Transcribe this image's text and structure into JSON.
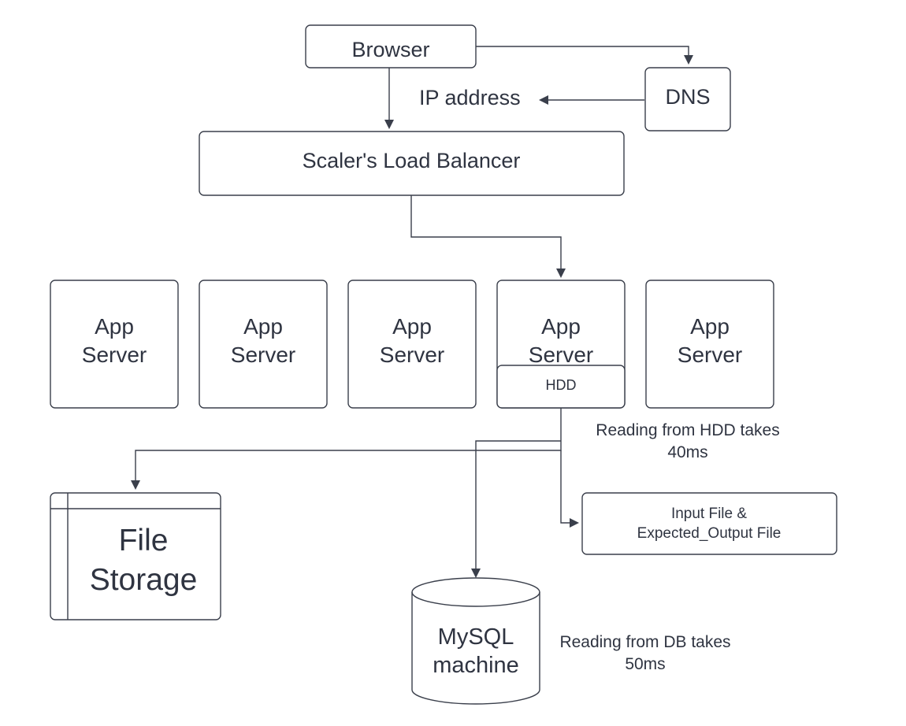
{
  "nodes": {
    "browser": "Browser",
    "dns": "DNS",
    "ip_address": "IP address",
    "load_balancer": "Scaler's Load Balancer",
    "app_server_line1": "App",
    "app_server_line2": "Server",
    "hdd": "HDD",
    "file_storage_line1": "File",
    "file_storage_line2": "Storage",
    "mysql_line1": "MySQL",
    "mysql_line2": "machine",
    "input_file_line1": "Input File &",
    "input_file_line2": "Expected_Output File"
  },
  "annotations": {
    "hdd_read_line1": "Reading from HDD takes",
    "hdd_read_line2": "40ms",
    "db_read_line1": "Reading from DB takes",
    "db_read_line2": "50ms"
  },
  "colors": {
    "stroke": "#3a3f4b",
    "text": "#2f3441",
    "background": "#ffffff"
  }
}
